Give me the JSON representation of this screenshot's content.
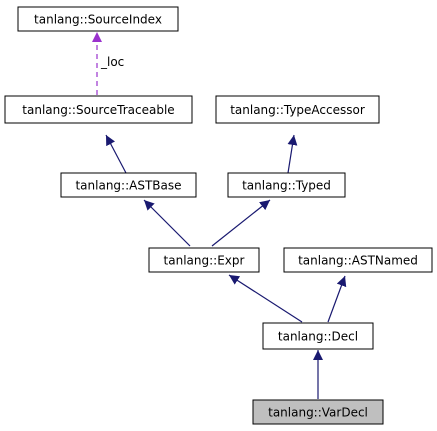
{
  "diagram": {
    "nodes": {
      "source_index": {
        "label": "tanlang::SourceIndex",
        "fill": "#ffffff"
      },
      "source_traceable": {
        "label": "tanlang::SourceTraceable",
        "fill": "#ffffff"
      },
      "type_accessor": {
        "label": "tanlang::TypeAccessor",
        "fill": "#ffffff"
      },
      "ast_base": {
        "label": "tanlang::ASTBase",
        "fill": "#ffffff"
      },
      "typed": {
        "label": "tanlang::Typed",
        "fill": "#ffffff"
      },
      "expr": {
        "label": "tanlang::Expr",
        "fill": "#ffffff"
      },
      "ast_named": {
        "label": "tanlang::ASTNamed",
        "fill": "#ffffff"
      },
      "decl": {
        "label": "tanlang::Decl",
        "fill": "#ffffff"
      },
      "var_decl": {
        "label": "tanlang::VarDecl",
        "fill": "#bfbfbf"
      }
    },
    "edges": {
      "loc": {
        "label": "_loc",
        "color": "#9a32cd",
        "style": "dashed"
      }
    },
    "colors": {
      "inheritance": "#191970",
      "usage": "#9a32cd",
      "border": "#000000"
    }
  }
}
